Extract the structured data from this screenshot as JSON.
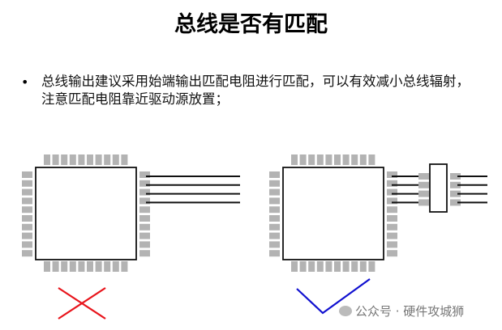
{
  "title": "总线是否有匹配",
  "bullet": "•",
  "paragraph": "总线输出建议采用始端输出匹配电阻进行匹配，可以有效减小总线辐射，注意匹配电阻靠近驱动源放置；",
  "watermark": "公众号 · 硬件攻城狮",
  "colors": {
    "pin": "#b3b3b3",
    "wrong": "#e8141b",
    "right": "#1010d0"
  }
}
